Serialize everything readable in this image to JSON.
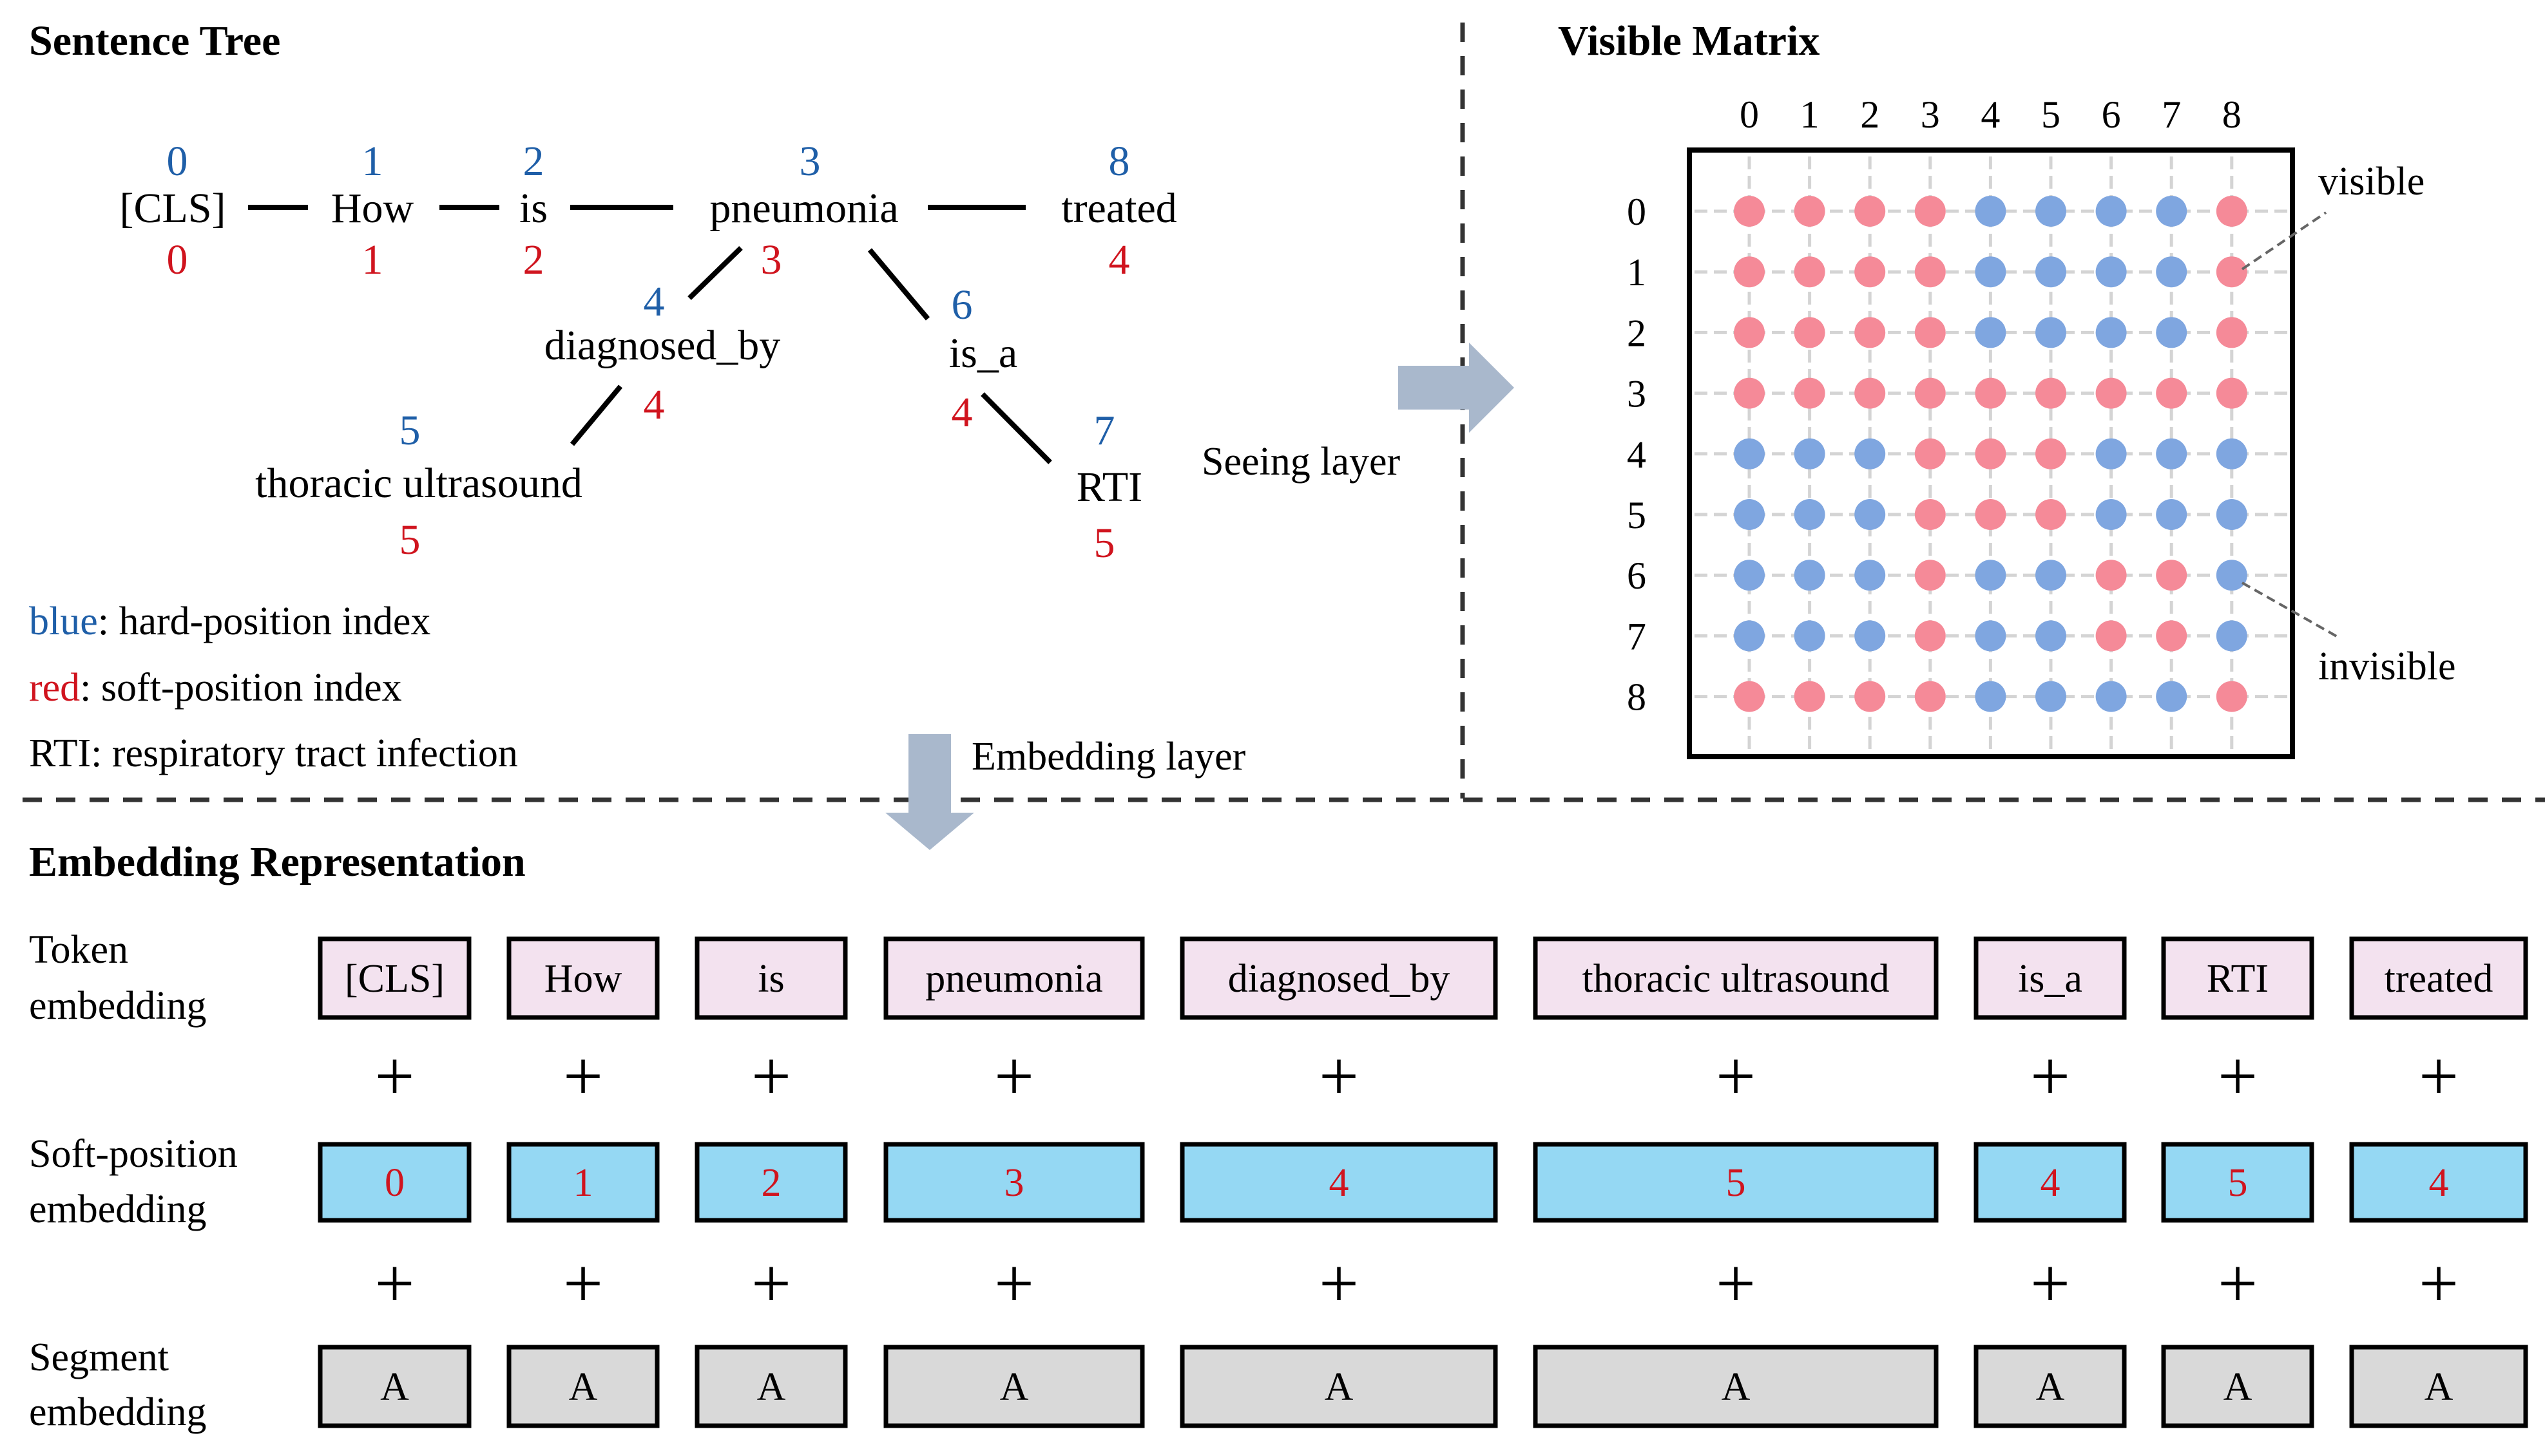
{
  "titles": {
    "sentence_tree": "Sentence Tree",
    "visible_matrix": "Visible Matrix",
    "embedding_representation": "Embedding Representation"
  },
  "tree_nodes": [
    {
      "word": "[CLS]",
      "hard": "0",
      "soft": "0"
    },
    {
      "word": "How",
      "hard": "1",
      "soft": "1"
    },
    {
      "word": "is",
      "hard": "2",
      "soft": "2"
    },
    {
      "word": "pneumonia",
      "hard": "3",
      "soft": "3"
    },
    {
      "word": "treated",
      "hard": "8",
      "soft": "4"
    },
    {
      "word": "diagnosed_by",
      "hard": "4",
      "soft": "4"
    },
    {
      "word": "is_a",
      "hard": "6",
      "soft": "4"
    },
    {
      "word": "thoracic ultrasound",
      "hard": "5",
      "soft": "5"
    },
    {
      "word": "RTI",
      "hard": "7",
      "soft": "5"
    }
  ],
  "legend": {
    "blue_word": "blue",
    "blue_rest": ": hard-position index",
    "red_word": "red",
    "red_rest": ": soft-position index",
    "rti": "RTI: respiratory tract infection"
  },
  "arrows": {
    "seeing_layer": "Seeing layer",
    "embedding_layer": "Embedding layer"
  },
  "matrix": {
    "col_labels": [
      "0",
      "1",
      "2",
      "3",
      "4",
      "5",
      "6",
      "7",
      "8"
    ],
    "row_labels": [
      "0",
      "1",
      "2",
      "3",
      "4",
      "5",
      "6",
      "7",
      "8"
    ],
    "visible_label": "visible",
    "invisible_label": "invisible",
    "visible_color": "#f58a98",
    "invisible_color": "#7fa6e0",
    "cells": [
      [
        1,
        1,
        1,
        1,
        0,
        0,
        0,
        0,
        1
      ],
      [
        1,
        1,
        1,
        1,
        0,
        0,
        0,
        0,
        1
      ],
      [
        1,
        1,
        1,
        1,
        0,
        0,
        0,
        0,
        1
      ],
      [
        1,
        1,
        1,
        1,
        1,
        1,
        1,
        1,
        1
      ],
      [
        0,
        0,
        0,
        1,
        1,
        1,
        0,
        0,
        0
      ],
      [
        0,
        0,
        0,
        1,
        1,
        1,
        0,
        0,
        0
      ],
      [
        0,
        0,
        0,
        1,
        0,
        0,
        1,
        1,
        0
      ],
      [
        0,
        0,
        0,
        1,
        0,
        0,
        1,
        1,
        0
      ],
      [
        1,
        1,
        1,
        1,
        0,
        0,
        0,
        0,
        1
      ]
    ]
  },
  "embedding": {
    "row_labels": {
      "token": [
        "Token",
        "embedding"
      ],
      "soft": [
        "Soft-position",
        "embedding"
      ],
      "segment": [
        "Segment",
        "embedding"
      ]
    },
    "tokens": [
      "[CLS]",
      "How",
      "is",
      "pneumonia",
      "diagnosed_by",
      "thoracic ultrasound",
      "is_a",
      "RTI",
      "treated"
    ],
    "soft_positions": [
      "0",
      "1",
      "2",
      "3",
      "4",
      "5",
      "4",
      "5",
      "4"
    ],
    "segments": [
      "A",
      "A",
      "A",
      "A",
      "A",
      "A",
      "A",
      "A",
      "A"
    ],
    "plus_sign": "+",
    "colors": {
      "token_fill": "#f3e2ef",
      "soft_fill": "#95d8f3",
      "segment_fill": "#d9d9d9"
    }
  }
}
